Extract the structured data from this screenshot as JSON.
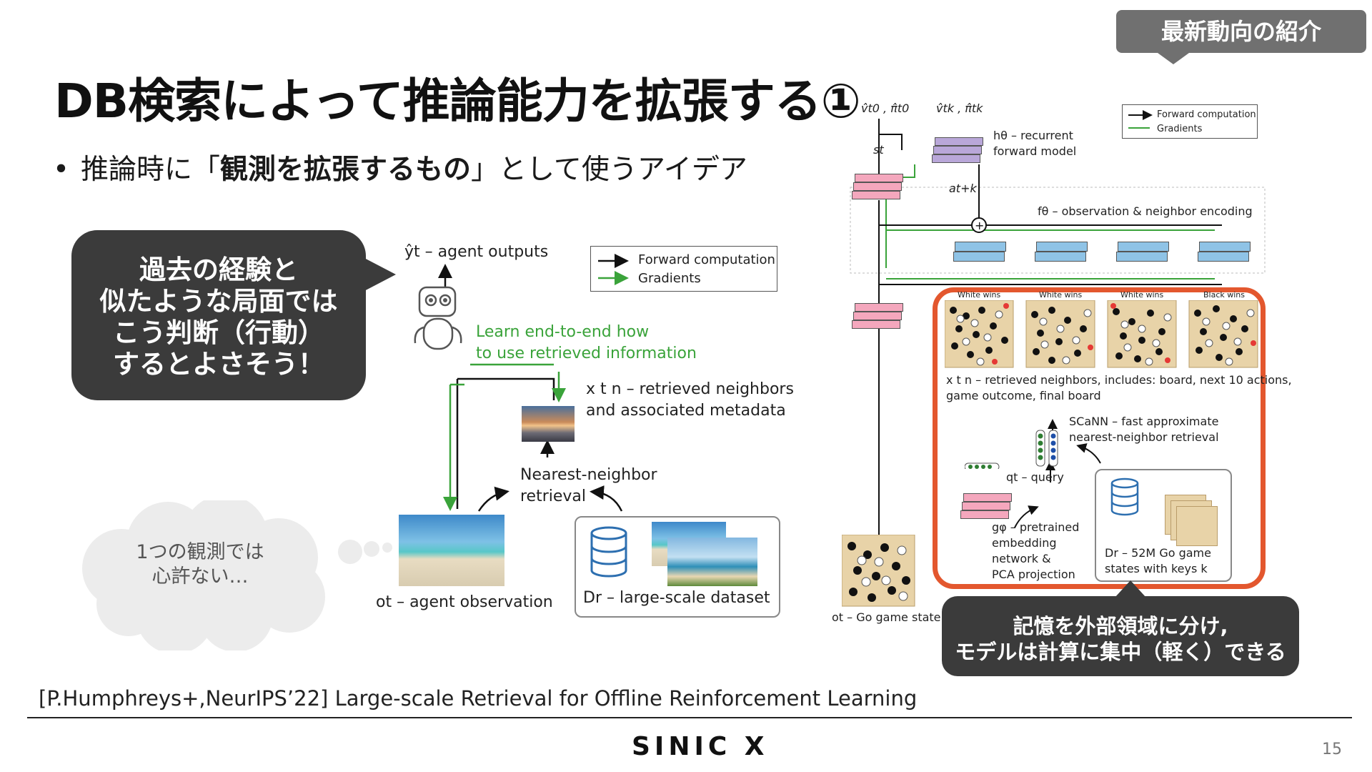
{
  "slide": {
    "title": "DB検索によって推論能力を拡張する①",
    "tag": "最新動向の紹介",
    "bullet": {
      "marker": "•",
      "prefix": "推論時に「",
      "emphasis": "観測を拡張するもの",
      "suffix": "」として使うアイデア"
    },
    "speech_bubble": [
      "過去の経験と",
      "似たような局面では",
      "こう判断（行動）",
      "するとよさそう！"
    ],
    "thought_bubble": [
      "1つの観測では",
      "心許ない…"
    ],
    "callout": [
      "記憶を外部領域に分け,",
      "モデルは計算に集中（軽く）できる"
    ],
    "reference": "[P.Humphreys+,NeurIPS’22] Large-scale Retrieval for Offline Reinforcement Learning",
    "logo": "SINIC X",
    "page_number": "15"
  },
  "left_figure": {
    "agent_outputs": "ŷt – agent outputs",
    "legend_forward": "Forward computation",
    "legend_gradients": "Gradients",
    "learn_line1": "Learn end-to-end how",
    "learn_line2": "to use retrieved information",
    "neighbors_line1": "x t n – retrieved neighbors",
    "neighbors_line2": "and associated metadata",
    "nn_line1": "Nearest-neighbor",
    "nn_line2": "retrieval",
    "observation": "ot – agent observation",
    "dataset": "Dr – large-scale dataset"
  },
  "right_figure": {
    "v0_label": "v̂t0 , π̂t0",
    "vk_label": "v̂tk , π̂tk",
    "st_label": "st",
    "h_label_1": "hθ – recurrent",
    "h_label_2": "forward model",
    "a_label": "at+k",
    "legend_forward": "Forward computation",
    "legend_gradients": "Gradients",
    "f_label": "fθ – observation & neighbor encoding",
    "outcomes": [
      "White wins",
      "White wins",
      "White wins",
      "Black wins"
    ],
    "neighbors_line1": "x t n – retrieved neighbors, includes: board, next 10 actions,",
    "neighbors_line2": "game outcome, final board",
    "scann_line1": "SCaNN – fast approximate",
    "scann_line2": "nearest-neighbor retrieval",
    "query_label": "qt – query",
    "g_lines": [
      "gφ – pretrained",
      "embedding",
      "network &",
      "PCA projection"
    ],
    "dataset_line1": "Dr – 52M Go game",
    "dataset_line2": "states with keys k",
    "go_state": "ot – Go game state"
  },
  "colors": {
    "accent_orange": "#e3572e",
    "gradient_green": "#3aa33a",
    "dark_box": "#3b3b3b",
    "tag_grey": "#707070",
    "pink_block": "#f4a7bd",
    "blue_block": "#8fc3e6",
    "purple_block": "#b9a7d9"
  }
}
